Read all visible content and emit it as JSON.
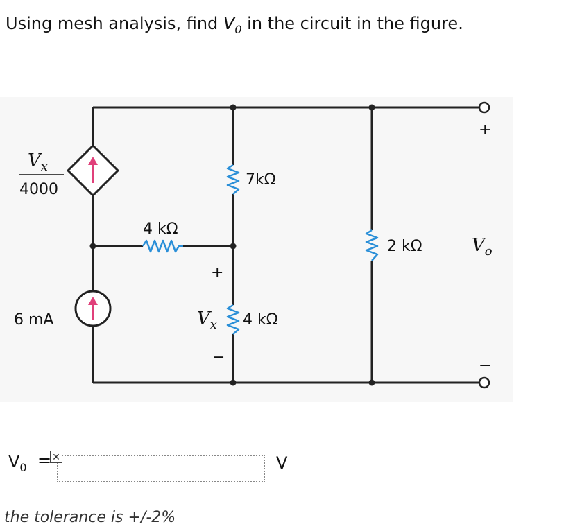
{
  "question": {
    "prefix": "Using mesh analysis, find ",
    "var_main": "V",
    "var_sub": "0",
    "suffix": " in the circuit in the figure."
  },
  "circuit": {
    "dep_source": {
      "num": "V",
      "num_sub": "x",
      "den": "4000"
    },
    "src_6ma": "6 mA",
    "r_7k": "7kΩ",
    "r_4k_h": "4 kΩ",
    "r_4k_v": "4 kΩ",
    "r_2k": "2 kΩ",
    "vx_plus": "+",
    "vx_minus": "−",
    "vx_main": "V",
    "vx_sub": "x",
    "vo_plus": "+",
    "vo_minus": "−",
    "vo_main": "V",
    "vo_sub": "o",
    "colors": {
      "wire": "#222222",
      "resistor": "#2a8fd8",
      "arrow": "#e0407a"
    }
  },
  "answer": {
    "label_main": "V",
    "label_sub": "0",
    "equals": "=",
    "flag": "✕",
    "value": "",
    "placeholder": "",
    "unit": "V"
  },
  "tolerance": "the tolerance is +/-2%"
}
